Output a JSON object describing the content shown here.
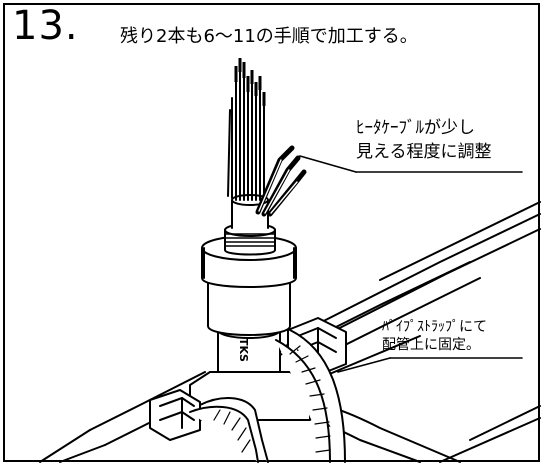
{
  "step": {
    "number": "13.",
    "instruction": "残り2本も6～11の手順で加工する。"
  },
  "callouts": {
    "heater_line1": "ﾋｰﾀｹｰﾌﾞﾙが少し",
    "heater_line2": "見える程度に調整",
    "strap_line1": "ﾊﾟｲﾌﾟｽﾄﾗｯﾌﾟにて",
    "strap_line2": "配管上に固定。"
  },
  "marking": {
    "fitting_text": "TKS"
  }
}
